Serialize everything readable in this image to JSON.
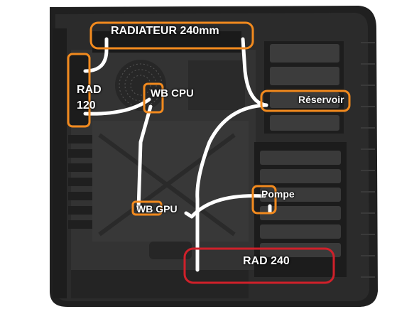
{
  "labels": {
    "top_radiator": "RADIATEUR 240mm",
    "rad120_line1": "RAD",
    "rad120_line2": "120",
    "wb_cpu": "WB CPU",
    "reservoir": "Réservoir",
    "pump": "Pompe",
    "wb_gpu": "WB GPU",
    "bottom_radiator": "RAD 240"
  },
  "colors": {
    "case_dark": "#232323",
    "case_mid": "#2e2e2e",
    "case_light": "#3d3d3d",
    "highlight_orange": "#f28a1e",
    "highlight_red": "#d0202a",
    "tubing_white": "#ffffff"
  }
}
